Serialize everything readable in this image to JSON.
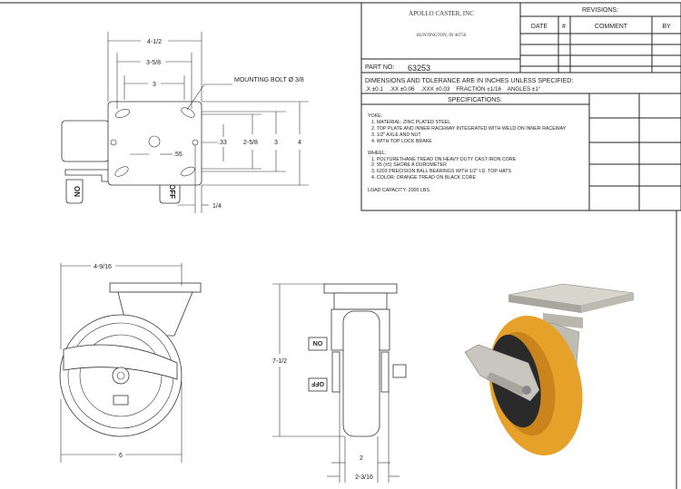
{
  "title_block": {
    "company": "APOLLO CASTER, INC",
    "address": "HUNTINGTON, IN 46750",
    "part_no_label": "PART NO:",
    "part_no": "63253",
    "tolerance_title": "DIMENSIONS AND TOLERANCE ARE IN INCHES UNLESS SPECIFIED:",
    "tolerance_values": ".X ±0.1    .XX ±0.06    .XXX ±0.03    FRACTION ±1/16    ANGLES ±1°",
    "specifications_label": "SPECIFICATIONS:",
    "yoke_label": "YOKE:",
    "yoke_items": [
      "1. MATERIAL: ZINC PLATED STEEL",
      "2. TOP PLATE AND INNER RACEWAY INTEGRATED WITH WELD ON INNER RACEWAY",
      "3. 1/2\" AXLE AND NUT",
      "4. WITH TOP LOCK BRAKE"
    ],
    "wheel_label": "WHEEL:",
    "wheel_items": [
      "1. POLYURETHANE TREAD ON HEAVY DUTY CAST IRON CORE",
      "2. 95 (±5) SHORE A DUROMETER",
      "3. 6203 PRECISION BALL BEARINGS WITH 1/2\" I.D. TOP HATS",
      "4. COLOR: ORANGE TREAD ON BLACK CORE"
    ],
    "load_capacity": "LOAD CAPACITY: 2000 LBS."
  },
  "revisions": {
    "title": "REVISIONS:",
    "columns": [
      "DATE",
      "#",
      "COMMENT",
      "BY"
    ]
  },
  "top_view": {
    "dims": {
      "overall_width": "4-1/2",
      "bolt_span_outer": "3-5/8",
      "bolt_span_inner": "3",
      "hole_offset": ".33",
      "slot_span_inner": "2-5/8",
      "slot_span_outer": "3",
      "overall_height": "4",
      "center_hole": ".55",
      "edge": "1/4"
    },
    "callout": "MOUNTING BOLT Ø 3/8",
    "brake_on": "ON",
    "brake_off": "OFF"
  },
  "side_view": {
    "dims": {
      "width": "4-9/16",
      "wheel_diameter": "6"
    }
  },
  "front_view": {
    "dims": {
      "height": "7-1/2",
      "tread_width": "2",
      "hub_width": "2-3/16"
    },
    "brake_on": "ON",
    "brake_off": "OFF"
  },
  "colors": {
    "tread": "#e6a12a",
    "core": "#2a2a2a",
    "plate": "#c9c6bd"
  }
}
